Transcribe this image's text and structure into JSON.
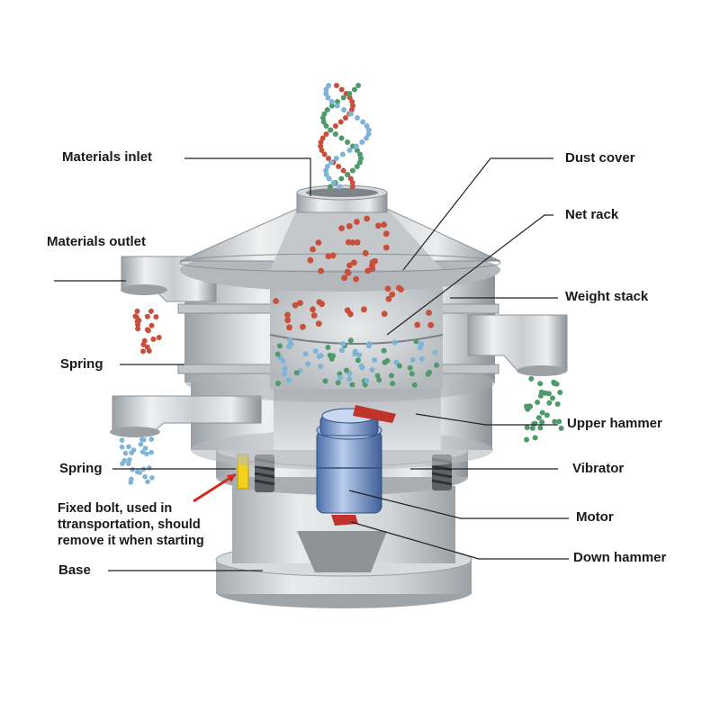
{
  "labels": {
    "materials_inlet": "Materials inlet",
    "materials_outlet": "Materials outlet",
    "spring_upper": "Spring",
    "spring_lower": "Spring",
    "fixed_bolt": "Fixed bolt, used in ttransportation, should remove it when starting",
    "base": "Base",
    "dust_cover": "Dust cover",
    "net_rack": "Net rack",
    "weight_stack": "Weight stack",
    "upper_hammer": "Upper hammer",
    "vibrator": "Vibrator",
    "motor": "Motor",
    "down_hammer": "Down hammer"
  },
  "colors": {
    "steel_light": "#e4e6e8",
    "steel_mid": "#b9bdc1",
    "steel_dark": "#7f8489",
    "interior": "#cfd3d6",
    "motor_blue": "#7f9fd0",
    "hammer_red": "#c0322a",
    "bolt_yellow": "#f2d21b",
    "particle_red": "#c8503a",
    "particle_green": "#4f9a6a",
    "particle_blue": "#7fb3d8",
    "leader_line": "#222222"
  }
}
